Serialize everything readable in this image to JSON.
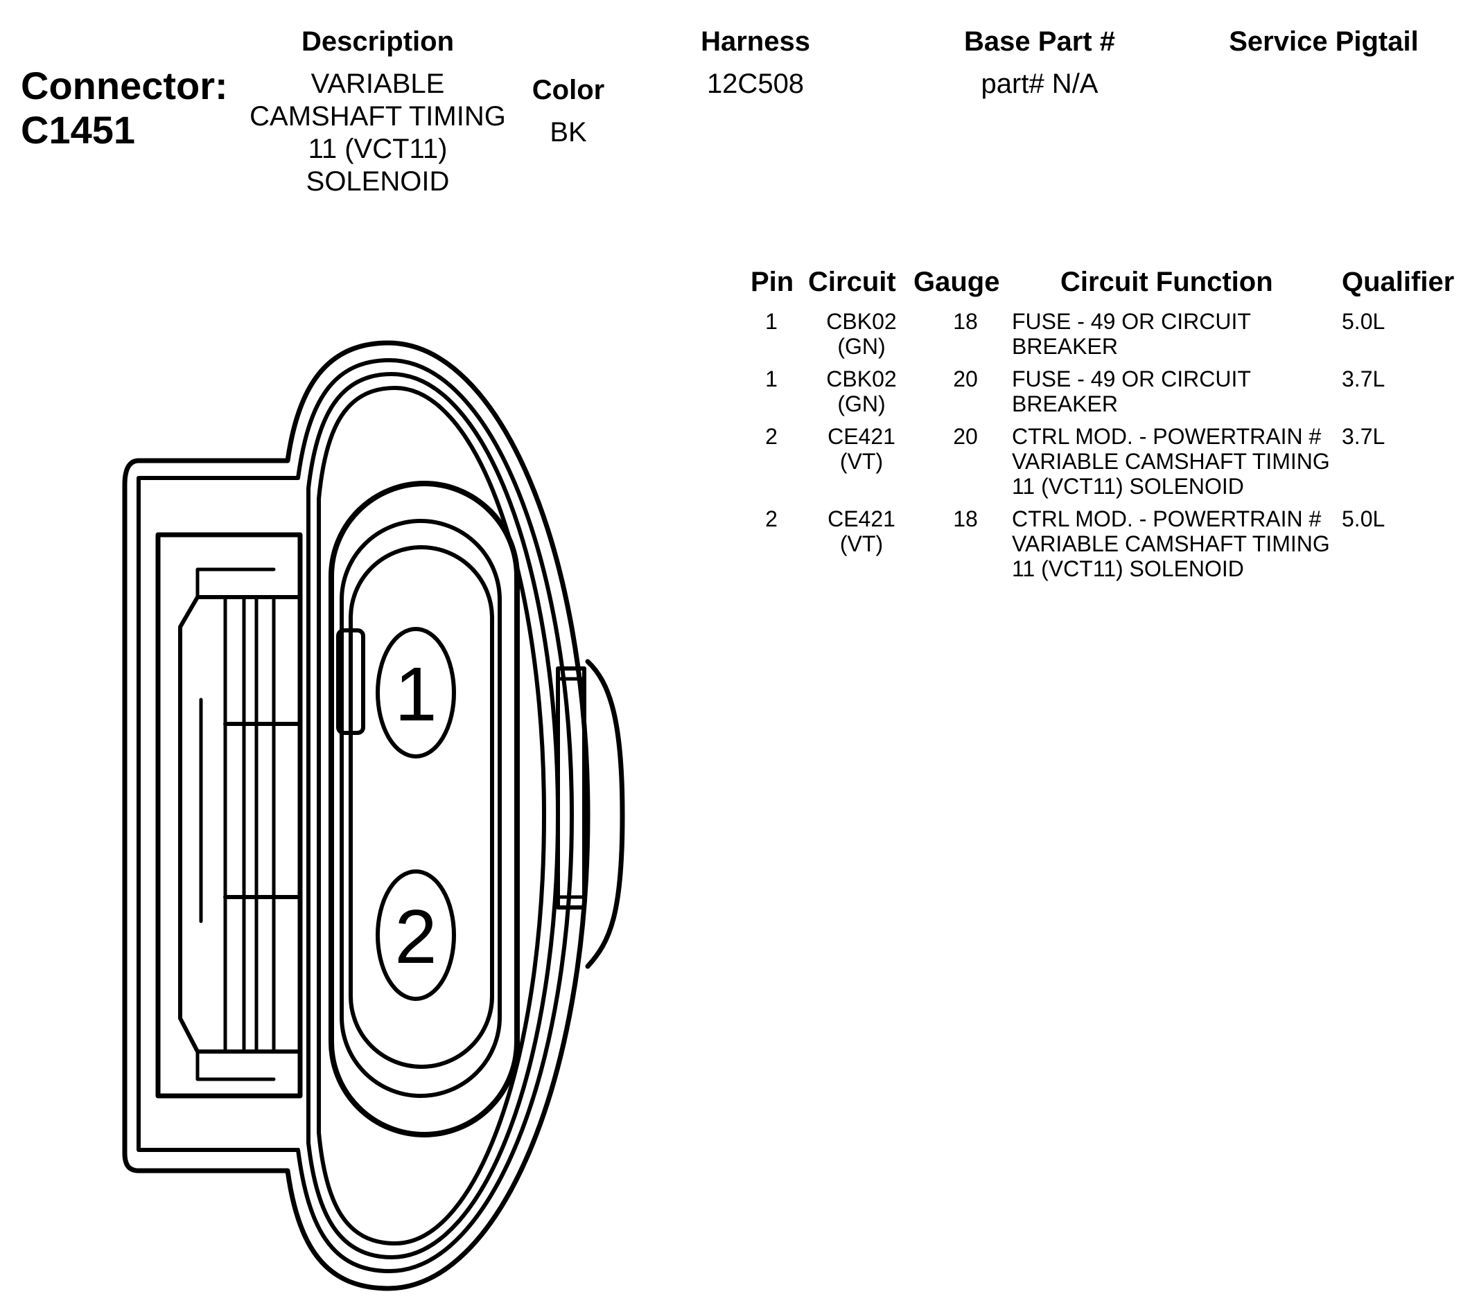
{
  "connector": {
    "label": "Connector:",
    "id": "C1451"
  },
  "headers": {
    "description": "Description",
    "color": "Color",
    "harness": "Harness",
    "base_part": "Base Part #",
    "service_pigtail": "Service Pigtail"
  },
  "values": {
    "description": "VARIABLE CAMSHAFT TIMING 11 (VCT11) SOLENOID",
    "color": "BK",
    "harness": "12C508",
    "base_part": "part# N/A"
  },
  "table": {
    "columns": [
      "Pin",
      "Circuit",
      "Gauge",
      "Circuit Function",
      "Qualifier"
    ],
    "rows": [
      {
        "pin": "1",
        "circuit": "CBK02 (GN)",
        "gauge": "18",
        "function": "FUSE - 49 OR CIRCUIT BREAKER",
        "qualifier": "5.0L"
      },
      {
        "pin": "1",
        "circuit": "CBK02 (GN)",
        "gauge": "20",
        "function": "FUSE - 49 OR CIRCUIT BREAKER",
        "qualifier": "3.7L"
      },
      {
        "pin": "2",
        "circuit": "CE421 (VT)",
        "gauge": "20",
        "function": "CTRL MOD. - POWERTRAIN # VARIABLE CAMSHAFT TIMING 11 (VCT11) SOLENOID",
        "qualifier": "3.7L"
      },
      {
        "pin": "2",
        "circuit": "CE421 (VT)",
        "gauge": "18",
        "function": "CTRL MOD. - POWERTRAIN # VARIABLE CAMSHAFT TIMING 11 (VCT11) SOLENOID",
        "qualifier": "5.0L"
      }
    ]
  },
  "diagram": {
    "pin_labels": [
      "1",
      "2"
    ]
  }
}
